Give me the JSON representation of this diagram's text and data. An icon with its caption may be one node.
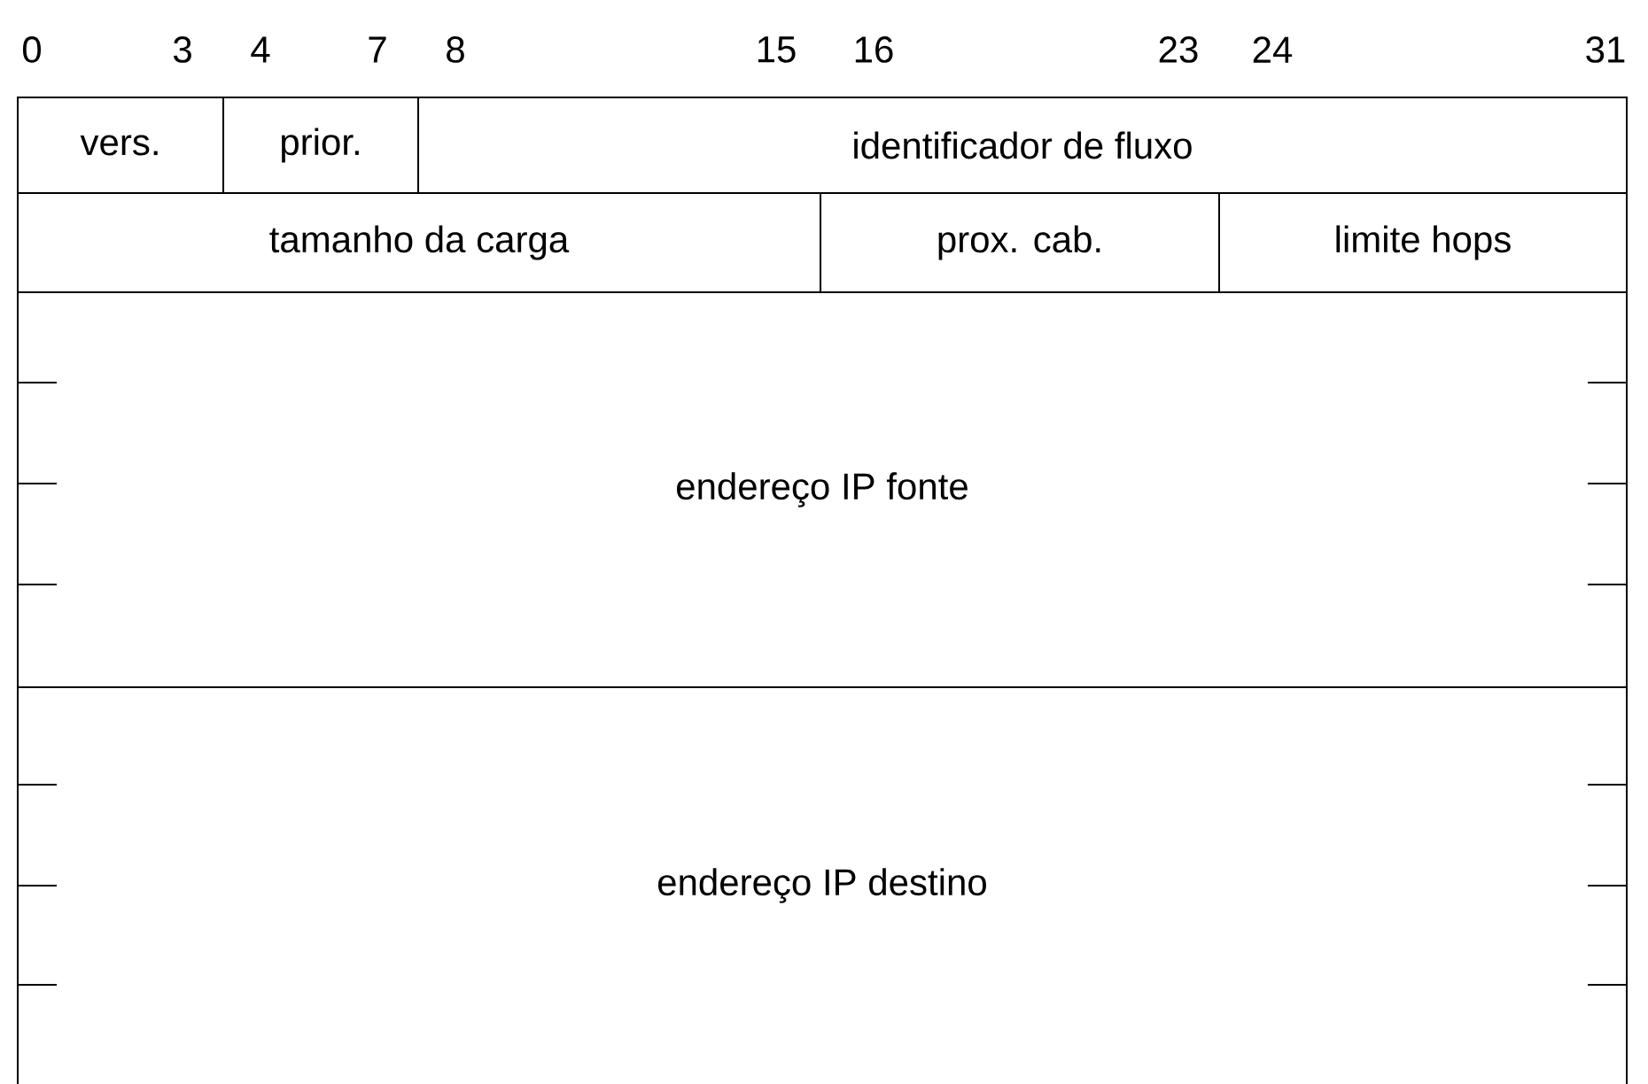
{
  "diagram": {
    "nodes": [
      {
        "text": [
          "vers."
        ]
      },
      {
        "text": [
          "prior."
        ]
      },
      {
        "text": [
          "identificador de fluxo"
        ]
      },
      {
        "text": [
          "tamanho da carga"
        ]
      },
      {
        "text": [
          "prox. cab."
        ]
      },
      {
        "text": [
          "limite hops"
        ]
      },
      {
        "text": [
          "endereço IP fonte"
        ]
      },
      {
        "text": [
          "endereço IP destino"
        ]
      }
    ],
    "labels": [
      "0",
      "3",
      "4",
      "7",
      "8",
      "15",
      "16",
      "23",
      "24",
      "31"
    ]
  }
}
